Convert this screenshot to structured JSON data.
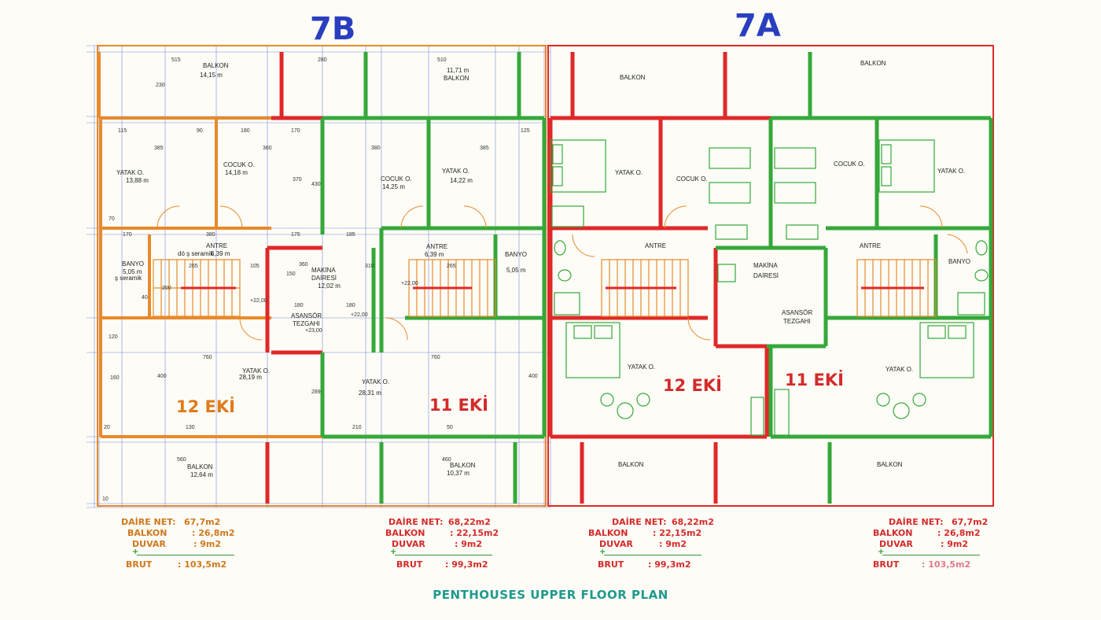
{
  "headings": {
    "block_b": "7B",
    "block_a": "7A"
  },
  "colors": {
    "grid": "#5b6fd6",
    "wall_red": "#e02828",
    "wall_green": "#35a83a",
    "wall_orange": "#e88a2a",
    "heading": "#2a3fbf",
    "footer": "#1e9a8e"
  },
  "units": {
    "b12": "12  EKİ",
    "b11": "11 EKİ",
    "a12": "12  EKİ",
    "a11": "11 EKİ"
  },
  "rooms": {
    "b_balkon_top_left": "BALKON",
    "b_balkon_top_left_area": "14,15 m",
    "b_balkon_top_mid": "BALKON",
    "b_balkon_top_mid_area": "11,71 m",
    "b_yatak1": "YATAK O.",
    "b_yatak1_area": "13,88 m",
    "b_cocuk1": "COCUK O.",
    "b_cocuk1_area": "14,18 m",
    "b_cocuk2": "COCUK O.",
    "b_cocuk2_area": "14,25 m",
    "b_yatak2": "YATAK O.",
    "b_yatak2_area": "14,22 m",
    "b_antre1": "ANTRE",
    "b_antre1_area": "6,39 m",
    "b_antre1_note": "dö ş seramik",
    "b_banyo1": "BANYO",
    "b_banyo1_area": "5,05 m",
    "b_banyo1_note": "ş seramik",
    "b_makina": "MAKİNA",
    "b_dairesi": "DAİRESİ",
    "b_makina_area": "12,02 m",
    "b_asansor": "ASANSÖR",
    "b_tezgahi": "TEZGAHI",
    "b_antre2": "ANTRE",
    "b_antre2_area": "6,39 m",
    "b_banyo2": "BANYO",
    "b_banyo2_area": "5,05 m",
    "b_yatak3": "YATAK O.",
    "b_yatak3_area": "28,19 m",
    "b_yatak4": "YATAK O.",
    "b_yatak4_area": "28,31 m",
    "b_balkon_bot_left": "BALKON",
    "b_balkon_bot_left_area": "12,64 m",
    "b_balkon_bot_mid": "BALKON",
    "b_balkon_bot_mid_area": "10,37 m",
    "a_balkon_top_left": "BALKON",
    "a_balkon_top_right": "BALKON",
    "a_yatak1": "YATAK O.",
    "a_cocuk1": "COCUK O.",
    "a_cocuk2": "COCUK O.",
    "a_yatak2": "YATAK O.",
    "a_antre1": "ANTRE",
    "a_antre2": "ANTRE",
    "a_makina": "MAKİNA",
    "a_dairesi": "DAİRESİ",
    "a_banyo": "BANYO",
    "a_asansor": "ASANSÖR",
    "a_tezgahi": "TEZGAHI",
    "a_yatak3": "YATAK O.",
    "a_yatak4": "YATAK O.",
    "a_balkon_bot_left": "BALKON",
    "a_balkon_bot_right": "BALKON"
  },
  "dims": {
    "d515": "515",
    "d280": "280",
    "d510": "510",
    "d230": "230",
    "d170": "170",
    "d180": "180",
    "d125": "125",
    "d385": "385",
    "d380": "380",
    "d360": "360",
    "d370": "370",
    "d430": "430",
    "d115": "115",
    "d90": "90",
    "d185": "185",
    "d175": "175",
    "d310": "310",
    "d265": "265",
    "d150": "150",
    "d105": "105",
    "d760": "760",
    "d400": "400",
    "d289": "289",
    "d210": "210",
    "d560": "560",
    "d460": "460",
    "d20": "20",
    "d10": "10",
    "d50": "50",
    "d130": "130",
    "d120": "120",
    "d160": "160",
    "d70": "70",
    "d40": "40",
    "d200": "200"
  },
  "levels": {
    "l1": "+22,00",
    "l2": "+22,00",
    "l3": "+23,00",
    "l4": "+22,00"
  },
  "summaries": [
    {
      "net_label": "DAİRE NET:",
      "net": "67,7m2",
      "balkon_label": "BALKON",
      "balkon": ": 26,8m2",
      "duvar_label": "DUVAR",
      "duvar": ": 9m2",
      "plus": "+",
      "brut_label": "BRUT",
      "brut": ": 103,5m2"
    },
    {
      "net_label": "DAİRE NET:",
      "net": "68,22m2",
      "balkon_label": "BALKON",
      "balkon": ": 22,15m2",
      "duvar_label": "DUVAR",
      "duvar": ": 9m2",
      "plus": "+",
      "brut_label": "BRUT",
      "brut": ": 99,3m2"
    },
    {
      "net_label": "DAİRE NET:",
      "net": "68,22m2",
      "balkon_label": "BALKON",
      "balkon": ": 22,15m2",
      "duvar_label": "DUVAR",
      "duvar": ": 9m2",
      "plus": "+",
      "brut_label": "BRUT",
      "brut": ": 99,3m2"
    },
    {
      "net_label": "DAİRE NET:",
      "net": "67,7m2",
      "balkon_label": "BALKON",
      "balkon": ": 26,8m2",
      "duvar_label": "DUVAR",
      "duvar": ": 9m2",
      "plus": "+",
      "brut_label": "BRUT",
      "brut": ": 103,5m2"
    }
  ],
  "footer": "PENTHOUSES UPPER FLOOR PLAN"
}
